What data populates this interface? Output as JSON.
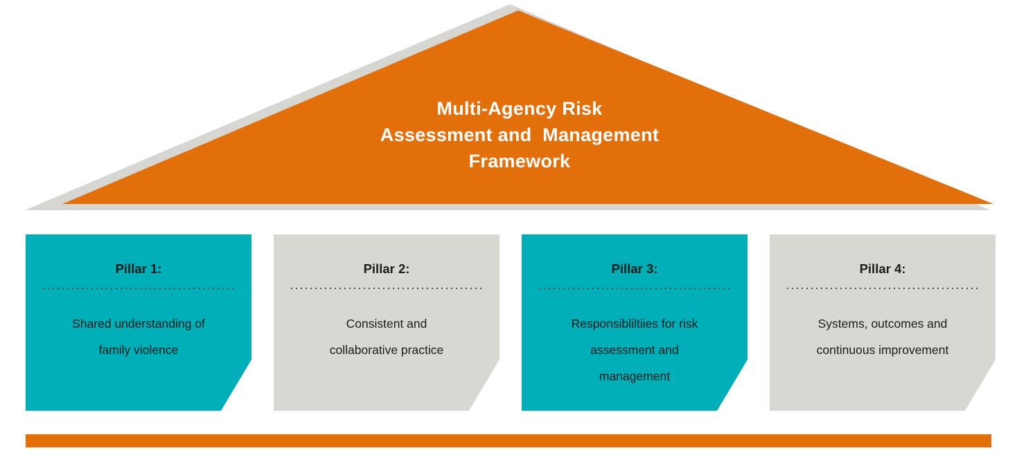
{
  "roof": {
    "title": "Multi-Agency Risk\nAssessment and  Management\nFramework"
  },
  "pillars": [
    {
      "heading": "Pillar 1:",
      "body": "Shared understanding of\nfamily violence",
      "variant": "teal"
    },
    {
      "heading": "Pillar 2:",
      "body": "Consistent and\ncollaborative practice",
      "variant": "gray"
    },
    {
      "heading": "Pillar 3:",
      "body": "Responsibliltiies for risk\nassessment and\nmanagement",
      "variant": "teal"
    },
    {
      "heading": "Pillar 4:",
      "body": "Systems, outcomes and\ncontinuous improvement",
      "variant": "gray"
    }
  ],
  "colors": {
    "roof_orange": "#e36f0b",
    "foundation_orange": "#e36f0b",
    "pillar_teal": "#00aeb8",
    "pillar_gray": "#d8d8d3",
    "shadow_gray": "#d6d6d2",
    "divider_dot": "#3f4a4a",
    "text_dark": "#1c1c1c",
    "title_white": "#ffffff"
  }
}
